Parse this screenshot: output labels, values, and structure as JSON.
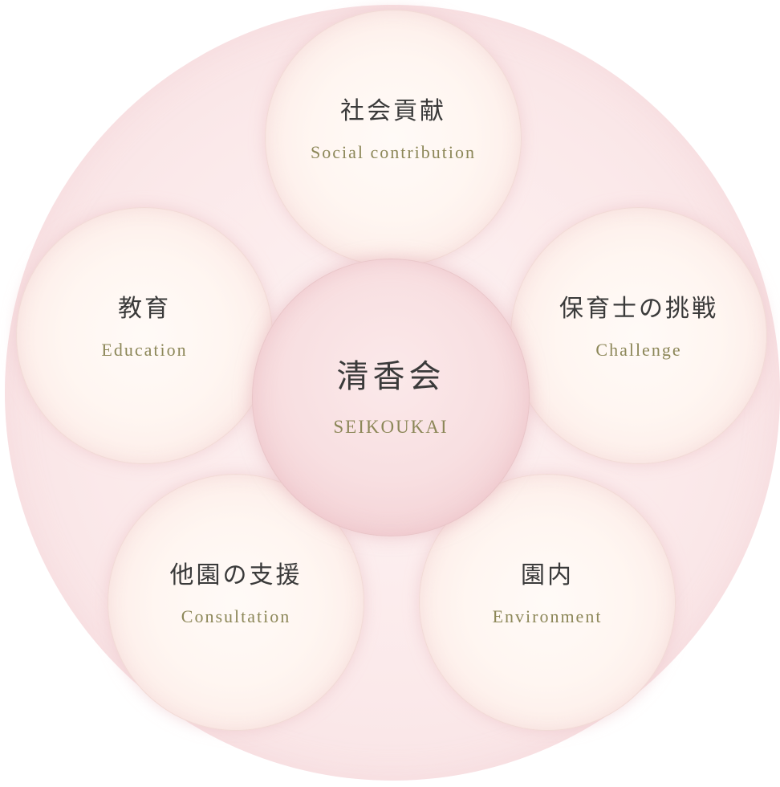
{
  "diagram": {
    "center": {
      "jp": "清香会",
      "en": "SEIKOUKAI"
    },
    "nodes": [
      {
        "id": "social",
        "jp": "社会貢献",
        "en": "Social contribution"
      },
      {
        "id": "education",
        "jp": "教育",
        "en": "Education"
      },
      {
        "id": "challenge",
        "jp": "保育士の挑戦",
        "en": "Challenge"
      },
      {
        "id": "consultation",
        "jp": "他園の支援",
        "en": "Consultation"
      },
      {
        "id": "environment",
        "jp": "園内",
        "en": "Environment"
      }
    ]
  },
  "colors": {
    "outer_ring": "#f8e1e3",
    "bubble": "#fff6f1",
    "center_bubble": "#f2cfd3",
    "jp_text": "#3a3a3a",
    "en_text": "#8c8758"
  }
}
